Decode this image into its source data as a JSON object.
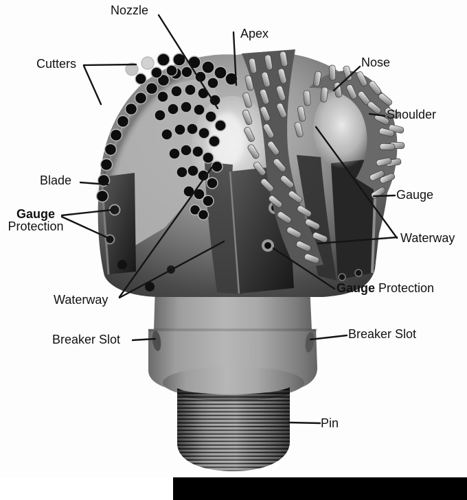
{
  "diagram": {
    "subject": "PDC drill bit anatomy",
    "labels": {
      "nozzle": "Nozzle",
      "apex": "Apex",
      "cutters": "Cutters",
      "nose": "Nose",
      "shoulder": "Shoulder",
      "blade": "Blade",
      "gauge_protection_left_line1": "Gauge",
      "gauge_protection_left_line2": "Protection",
      "gauge_right": "Gauge",
      "waterway_right": "Waterway",
      "gauge_protection_right_bold": "Gauge",
      "gauge_protection_right_rest": "Protection",
      "waterway_left": "Waterway",
      "breaker_slot_left": "Breaker Slot",
      "breaker_slot_right": "Breaker Slot",
      "pin": "Pin"
    },
    "colors": {
      "label_text": "#111111",
      "leader_line": "#141414",
      "footer_bar": "#000000",
      "photo_background": "#ffffff"
    }
  }
}
